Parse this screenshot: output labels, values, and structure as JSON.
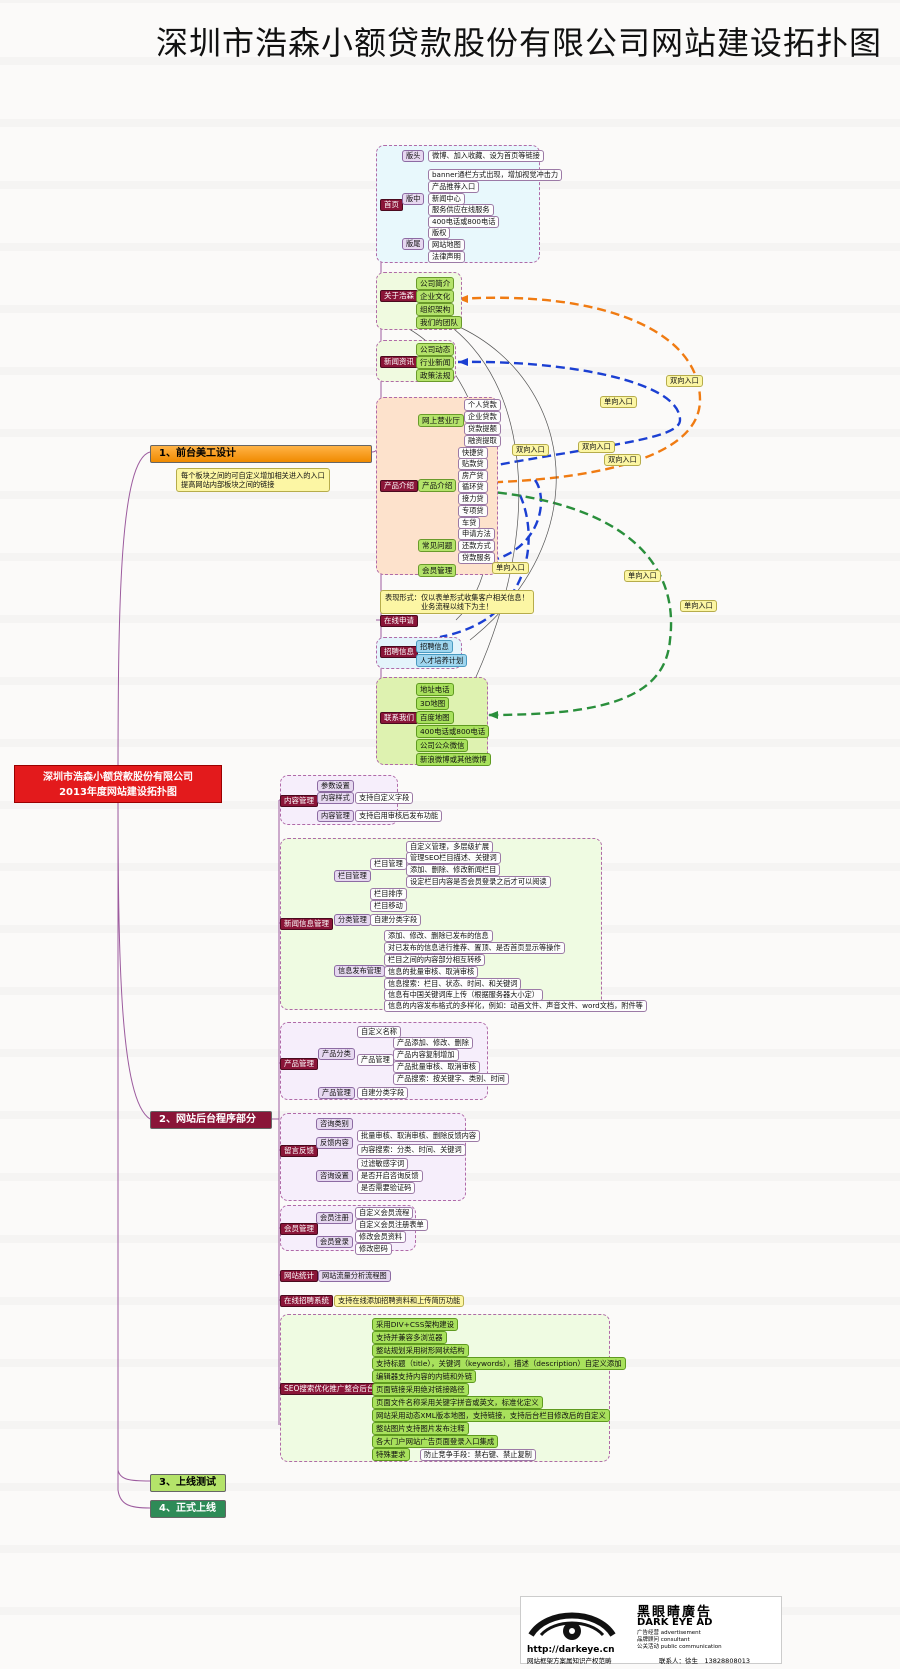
{
  "title": "深圳市浩森小额贷款股份有限公司网站建设拓扑图",
  "root": {
    "line1": "深圳市浩森小额贷款股份有限公司",
    "line2": "2013年度网站建设拓扑图"
  },
  "sections": {
    "s1": "1、前台美工设计",
    "s2": "2、网站后台程序部分",
    "s3": "3、上线测试",
    "s4": "4、正式上线"
  },
  "notes": {
    "s1_note1": "每个板块之间的可自定义增加相关进入的入口",
    "s1_note2": "提高网站内部板块之间的链接",
    "form_note1": "表现形式：仅以表单形式收集客户相关信息！",
    "form_note2": "业务流程以线下为主！"
  },
  "entries": {
    "bi_a": "双向入口",
    "one_a": "单向入口",
    "bi_b": "双向入口",
    "bi_c": "双向入口",
    "one_b": "单向入口",
    "one_c": "单向入口",
    "one_d": "单向入口",
    "bi_d": "双向入口"
  },
  "front": {
    "home": "首页",
    "head": "版头",
    "head_1": "微博、加入收藏、设为首页等链接",
    "middle": "版中",
    "mid_1": "banner通栏方式出现，增加视觉冲击力",
    "mid_2": "产品推荐入口",
    "mid_3": "新闻中心",
    "mid_4": "服务供应在线服务",
    "mid_5": "400电话或800电话",
    "tail": "版尾",
    "tail_1": "版权",
    "tail_2": "网站地图",
    "tail_3": "法律声明",
    "about": "关于浩森",
    "about_1": "公司简介",
    "about_2": "企业文化",
    "about_3": "组织架构",
    "about_4": "我们的团队",
    "news": "新闻资讯",
    "news_1": "公司动态",
    "news_2": "行业新闻",
    "news_3": "政策法规",
    "product": "产品介绍",
    "online": "网上营业厅",
    "online_1": "个人贷款",
    "online_2": "企业贷款",
    "online_3": "贷款提额",
    "online_4": "融资提取",
    "prod": "产品介绍",
    "prod_1": "快捷贷",
    "prod_2": "贴款贷",
    "prod_3": "房产贷",
    "prod_4": "循环贷",
    "prod_5": "接力贷",
    "prod_6": "专项贷",
    "prod_7": "车贷",
    "faq": "常见问题",
    "faq_1": "申请方法",
    "faq_2": "还款方式",
    "faq_3": "贷款服务",
    "member": "会员管理",
    "apply": "在线申请",
    "hr": "招聘信息",
    "hr_1": "招聘信息",
    "hr_2": "人才培养计划",
    "contact": "联系我们",
    "c_1": "地址电话",
    "c_2": "3D地图",
    "c_3": "百度地图",
    "c_4": "400电话或800电话",
    "c_5": "公司公众微信",
    "c_6": "新浪微博或其他微博"
  },
  "back": {
    "content": "内容管理",
    "content_1": "参数设置",
    "content_2": "内容样式",
    "content_2a": "支持自定义字段",
    "content_3": "内容管理",
    "content_3a": "支持启用审核后发布功能",
    "newsmgr": "新闻信息管理",
    "col": "栏目管理",
    "col_a": "栏目管理",
    "col_a1": "自定义管理，多层级扩展",
    "col_a2": "管理SEO栏目描述、关键词",
    "col_a3": "添加、删除、修改新闻栏目",
    "col_a4": "设定栏目内容是否会员登录之后才可以阅读",
    "col_b": "栏目排序",
    "col_c": "栏目移动",
    "cat": "分类管理",
    "cat_1": "自建分类字段",
    "info": "信息发布管理",
    "info_1": "添加、修改、删除已发布的信息",
    "info_2": "对已发布的信息进行推荐、置顶、是否首页显示等操作",
    "info_3": "栏目之间的内容部分相互转移",
    "info_4": "信息的批量审核、取消审核",
    "info_5": "信息搜索：栏目、状态、时间、和关键词",
    "info_6": "信息有中国关键词库上传（根据服务器大小定）",
    "info_7": "信息的内容发布格式的多样化，例如：动画文件、声音文件、word文档，附件等",
    "prodmgr": "产品管理",
    "pcat": "产品分类",
    "pcat_1": "自定义名称",
    "pcat_2": "产品管理",
    "pcat_2a": "产品添加、修改、删除",
    "pcat_2b": "产品内容复制增加",
    "pcat_2c": "产品批量审核、取消审核",
    "pcat_2d": "产品搜索：按关键字、类别、时间",
    "pmgr": "产品管理",
    "pmgr_1": "自建分类字段",
    "fb": "留言反馈",
    "fb_1": "咨询类别",
    "fb_2": "反馈内容",
    "fb_2a": "批量审核、取消审核、删除反馈内容",
    "fb_2b": "内容搜索：分类、时间、关键词",
    "fb_3": "咨询设置",
    "fb_3a": "过滤敏感字词",
    "fb_3b": "是否开启咨询反馈",
    "fb_3c": "是否需要验证码",
    "mem": "会员管理",
    "mem_1": "会员注册",
    "mem_1a": "自定义会员流程",
    "mem_1b": "自定义会员注册表单",
    "mem_2": "会员登录",
    "mem_2a": "修改会员资料",
    "mem_2b": "修改密码",
    "stat": "网站统计",
    "stat_1": "网站流量分析流程图",
    "job": "在线招聘系统",
    "job_1": "支持在线添加招聘资料和上传简历功能",
    "seo": "SEO搜索优化推广整合后台",
    "seo_1": "采用DIV+CSS架构建设",
    "seo_2": "支持并兼容多浏览器",
    "seo_3": "整站规划采用树形网状结构",
    "seo_4": "支持标题（title），关键词（keywords），描述（description）自定义添加",
    "seo_5": "编辑器支持内容的内链和外链",
    "seo_6": "页面链接采用绝对链接路径",
    "seo_7": "页面文件名称采用关键字拼音或英文，标准化定义",
    "seo_8": "网站采用动态XML版本地图，支持链接，支持后台栏目修改后的自定义",
    "seo_9": "整站图片支持图片发布注释",
    "seo_10": "各大门户网站广告页面登录入口集成",
    "seo_11": "特殊要求",
    "seo_11a": "防止竞争手段：禁右键、禁止复制"
  },
  "footer": {
    "url": "http://darkeye.cn",
    "brand_cn": "黑眼睛廣告",
    "brand_en": "DARK EYE AD",
    "r1": "广告经营 advertisement",
    "r2": "品牌顾问 consultant",
    "r3": "公关活动 public communication",
    "note": "网站框架方案属知识产权范畴",
    "contact": "联系人：徐生　13828808013"
  },
  "colors": {
    "orange": "#f07b12",
    "blue": "#1b3fd2",
    "green": "#2a8f3c",
    "red": "#e31a1c"
  }
}
